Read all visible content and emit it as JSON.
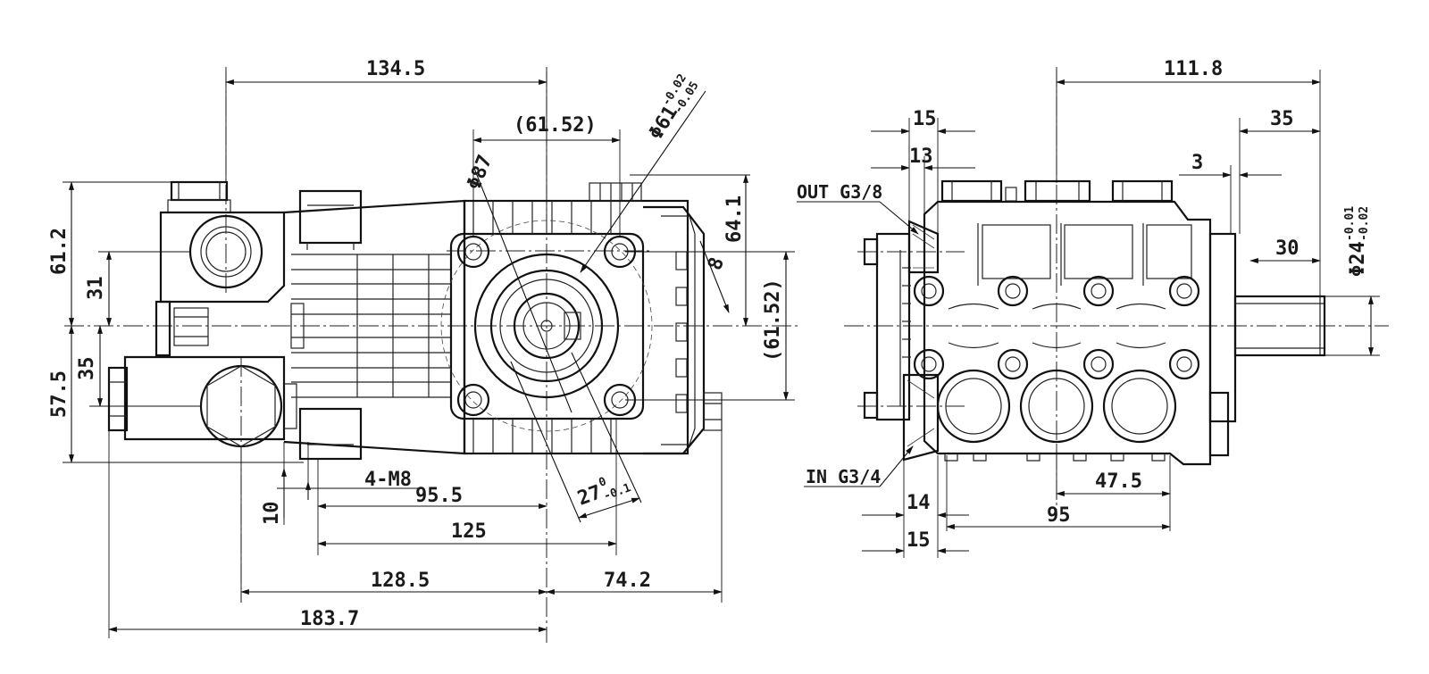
{
  "front_view": {
    "dims": {
      "d134_5": "134.5",
      "d61_52_top": "(61.52)",
      "d61_2": "61.2",
      "d31": "31",
      "d35": "35",
      "d57_5": "57.5",
      "d64_1": "64.1",
      "d8": "8",
      "d61_52_right": "(61.52)",
      "d4m8": "4-M8",
      "d95_5": "95.5",
      "d10": "10",
      "d125": "125",
      "d128_5": "128.5",
      "d74_2": "74.2",
      "d183_7": "183.7"
    },
    "phi87": "Φ87",
    "phi61": {
      "main": "Φ61",
      "upper": "-0.02",
      "lower": "-0.05"
    },
    "d27": {
      "main": "27",
      "upper": "0",
      "lower": "-0.1"
    }
  },
  "side_view": {
    "dims": {
      "d111_8": "111.8",
      "d35": "35",
      "d15_top": "15",
      "d13": "13",
      "d3": "3",
      "d30": "30",
      "d14": "14",
      "d15_bottom": "15",
      "d47_5": "47.5",
      "d95": "95"
    },
    "phi24": {
      "main": "Φ24",
      "upper": "-0.01",
      "lower": "-0.02"
    },
    "out_label": "OUT G3/8",
    "in_label": "IN G3/4"
  }
}
